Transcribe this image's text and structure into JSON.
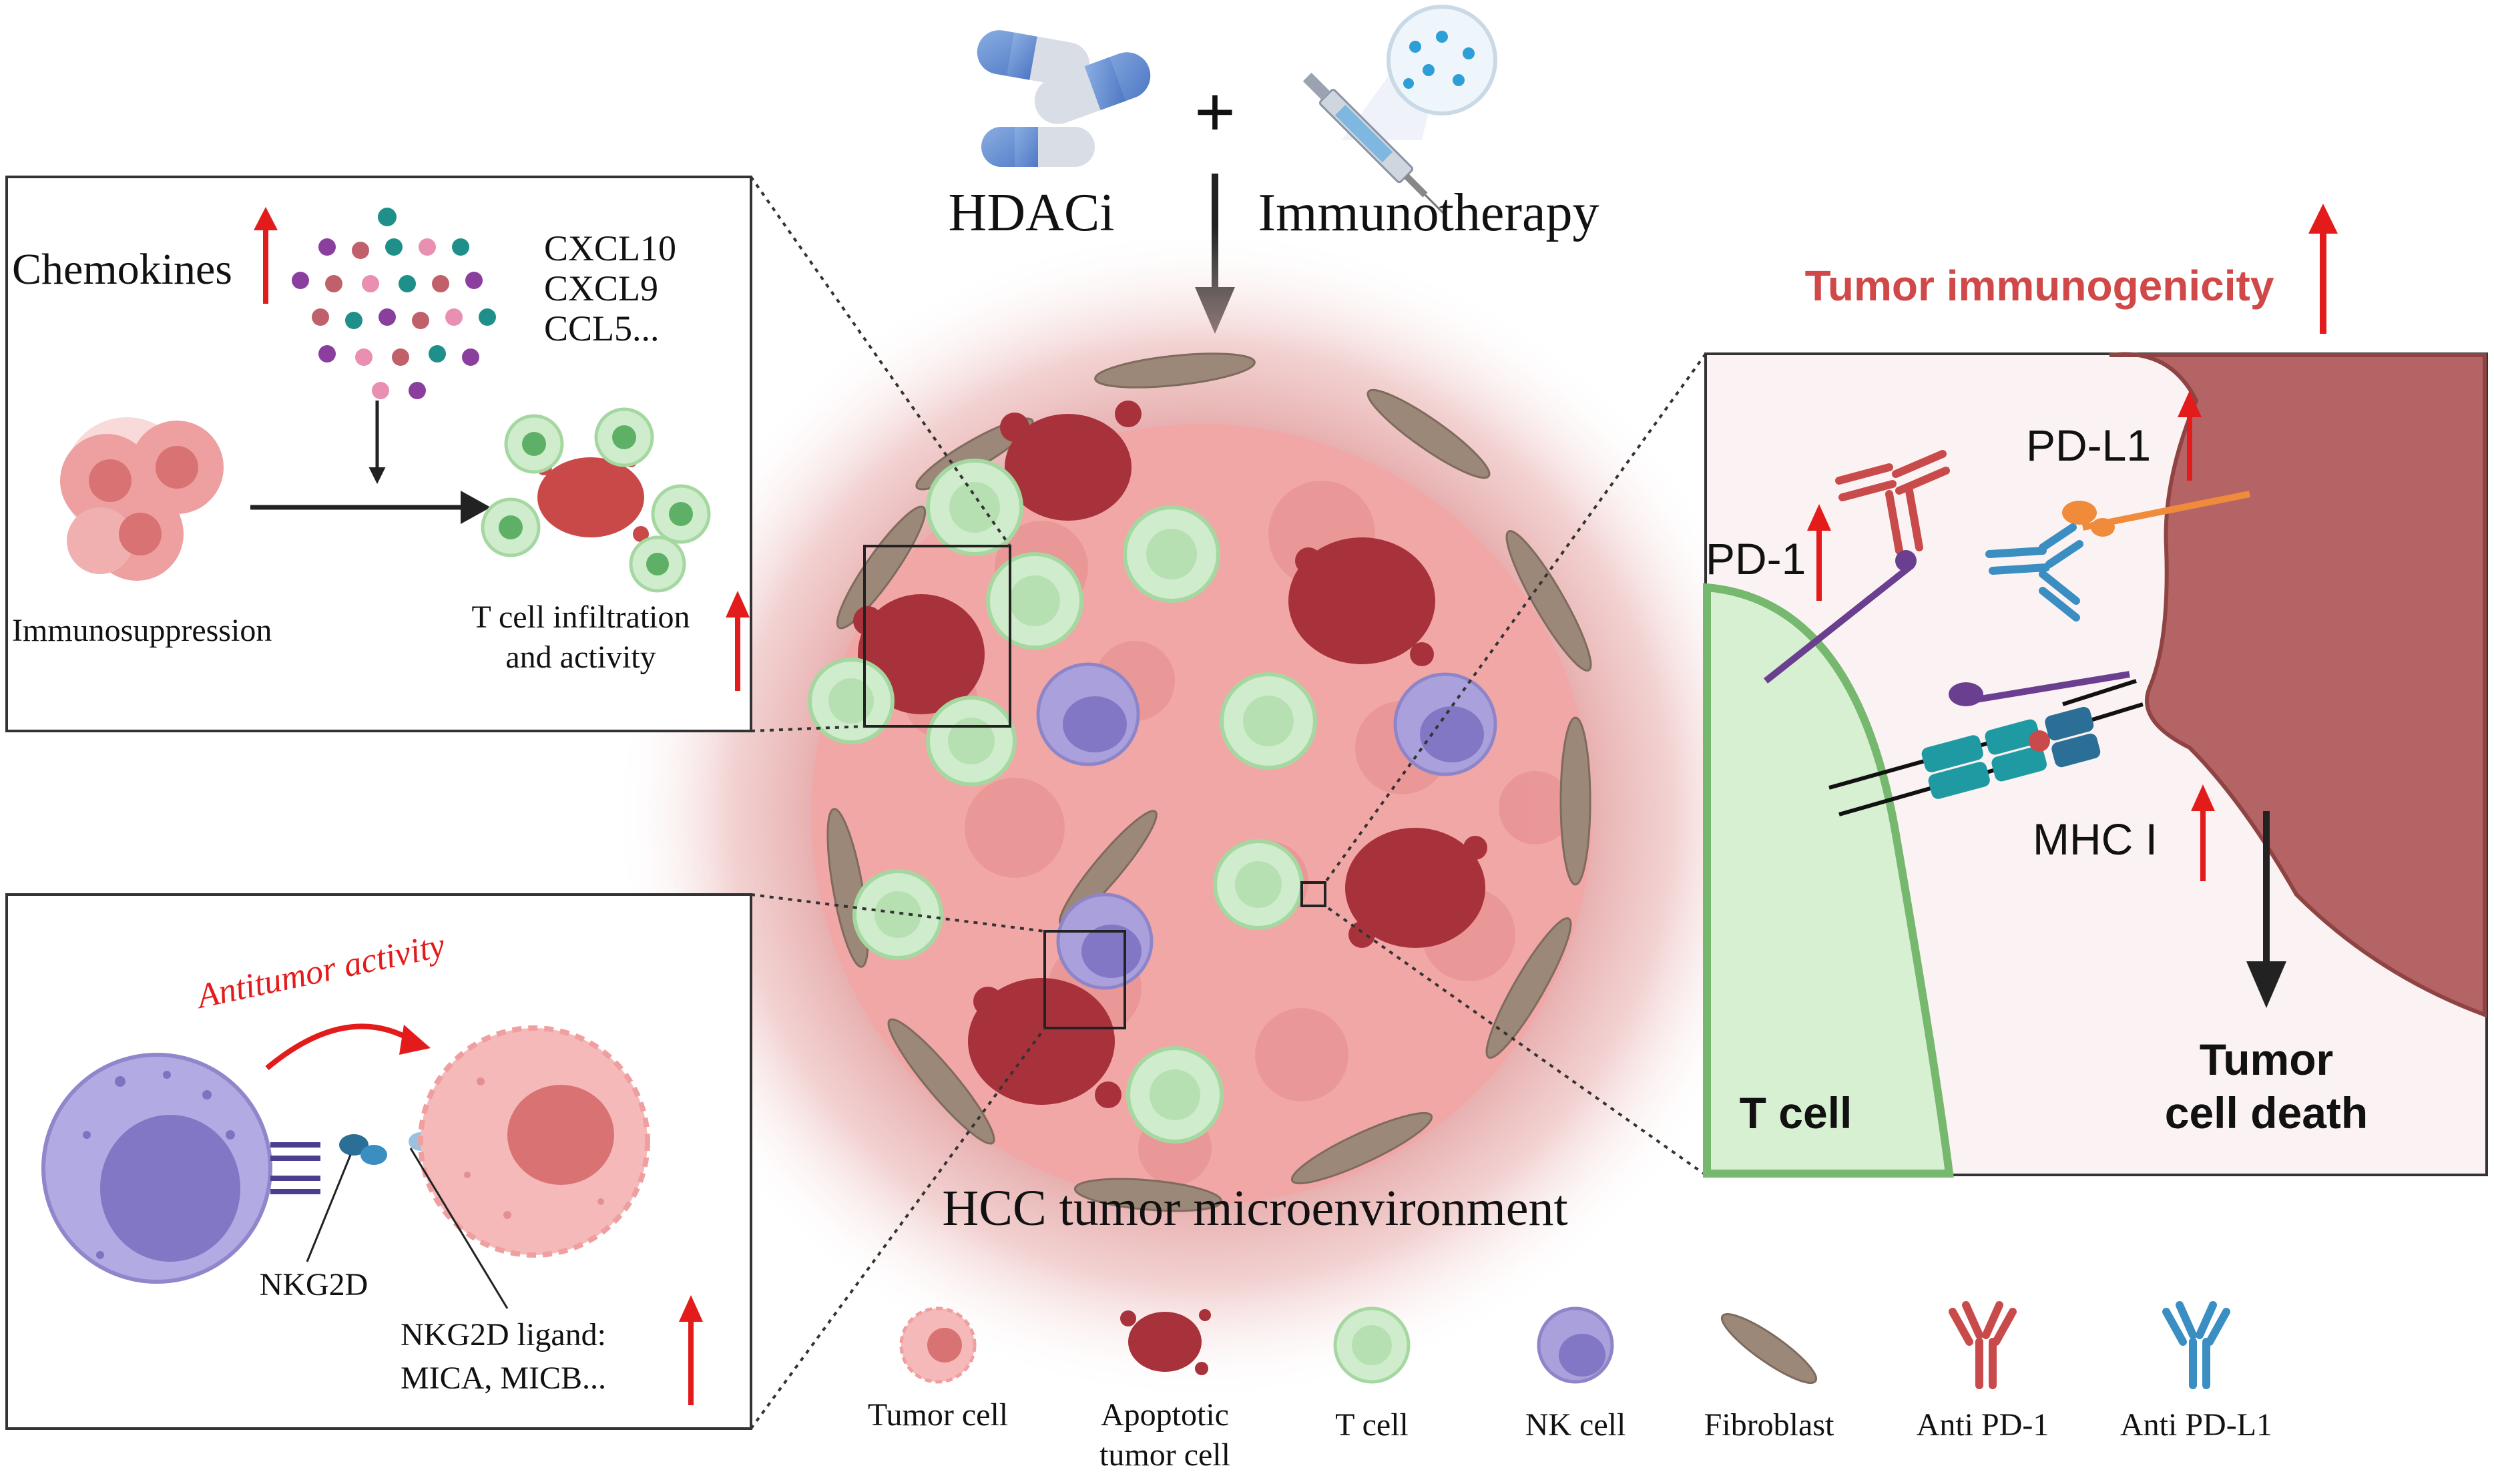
{
  "top": {
    "drug_left_label": "HDACi",
    "plus_sign": "+",
    "drug_right_label": "Immunotherapy"
  },
  "center": {
    "title": "HCC tumor microenvironment"
  },
  "chemokine_panel": {
    "heading": "Chemokines",
    "chemokine_list": [
      "CXCL10",
      "CXCL9",
      "CCL5..."
    ],
    "left_caption": "Immunosuppression",
    "right_caption_line1": "T cell infiltration",
    "right_caption_line2": "and activity"
  },
  "nk_panel": {
    "activity_label": "Antitumor activity",
    "receptor_label": "NKG2D",
    "ligand_line1": "NKG2D ligand:",
    "ligand_line2": "MICA, MICB..."
  },
  "immunogenicity_panel": {
    "heading": "Tumor immunogenicity",
    "pd1_label": "PD-1",
    "pdl1_label": "PD-L1",
    "mhc_label": "MHC I",
    "tcell_label": "T cell",
    "death_line1": "Tumor",
    "death_line2": "cell death"
  },
  "legend": {
    "items": [
      {
        "label": "Tumor cell",
        "icon": "tumor-cell-icon"
      },
      {
        "label": "Apoptotic",
        "label2": "tumor cell",
        "icon": "apoptotic-cell-icon"
      },
      {
        "label": "T cell",
        "icon": "t-cell-icon"
      },
      {
        "label": "NK cell",
        "icon": "nk-cell-icon"
      },
      {
        "label": "Fibroblast",
        "icon": "fibroblast-icon"
      },
      {
        "label": "Anti PD-1",
        "icon": "antibody-red-icon"
      },
      {
        "label": "Anti PD-L1",
        "icon": "antibody-blue-icon"
      }
    ]
  },
  "colors": {
    "tumor_fill": "#f4b3b3",
    "apoptotic_fill": "#a8323c",
    "tcell_fill": "#cfeccc",
    "tcell_stroke": "#7ec27a",
    "nk_fill": "#a9a0dc",
    "fibroblast_fill": "#9c8878",
    "red_arrow": "#e31b1b",
    "heading_red": "#d04848",
    "antibody_red": "#c94a4a",
    "antibody_blue": "#3a8ec2",
    "tumor_dark": "#b56465"
  }
}
